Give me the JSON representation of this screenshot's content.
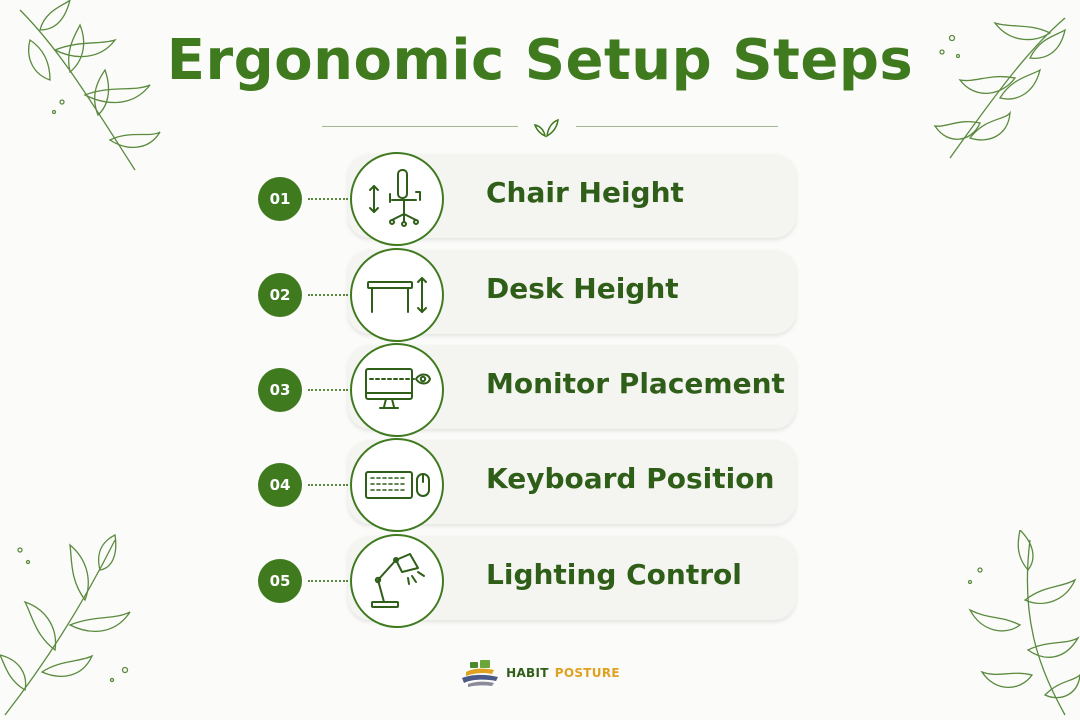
{
  "title": "Ergonomic Setup Steps",
  "steps": [
    {
      "number": "01",
      "label": "Chair Height",
      "icon": "office-chair-icon"
    },
    {
      "number": "02",
      "label": "Desk Height",
      "icon": "desk-icon"
    },
    {
      "number": "03",
      "label": "Monitor Placement",
      "icon": "monitor-eye-icon"
    },
    {
      "number": "04",
      "label": "Keyboard Position",
      "icon": "keyboard-mouse-icon"
    },
    {
      "number": "05",
      "label": "Lighting Control",
      "icon": "desk-lamp-icon"
    }
  ],
  "brand": {
    "name_part1": "HABIT",
    "name_part2": "POSTURE",
    "logo": "habit-posture-logo"
  },
  "colors": {
    "primary_green": "#3f7a1f",
    "label_green": "#2f5e19",
    "brand_gold": "#e0a020",
    "card_bg": "#f4f4f1",
    "page_bg": "#fbfbf9"
  },
  "decor": [
    "leaf-branch-icon",
    "sprout-icon"
  ]
}
